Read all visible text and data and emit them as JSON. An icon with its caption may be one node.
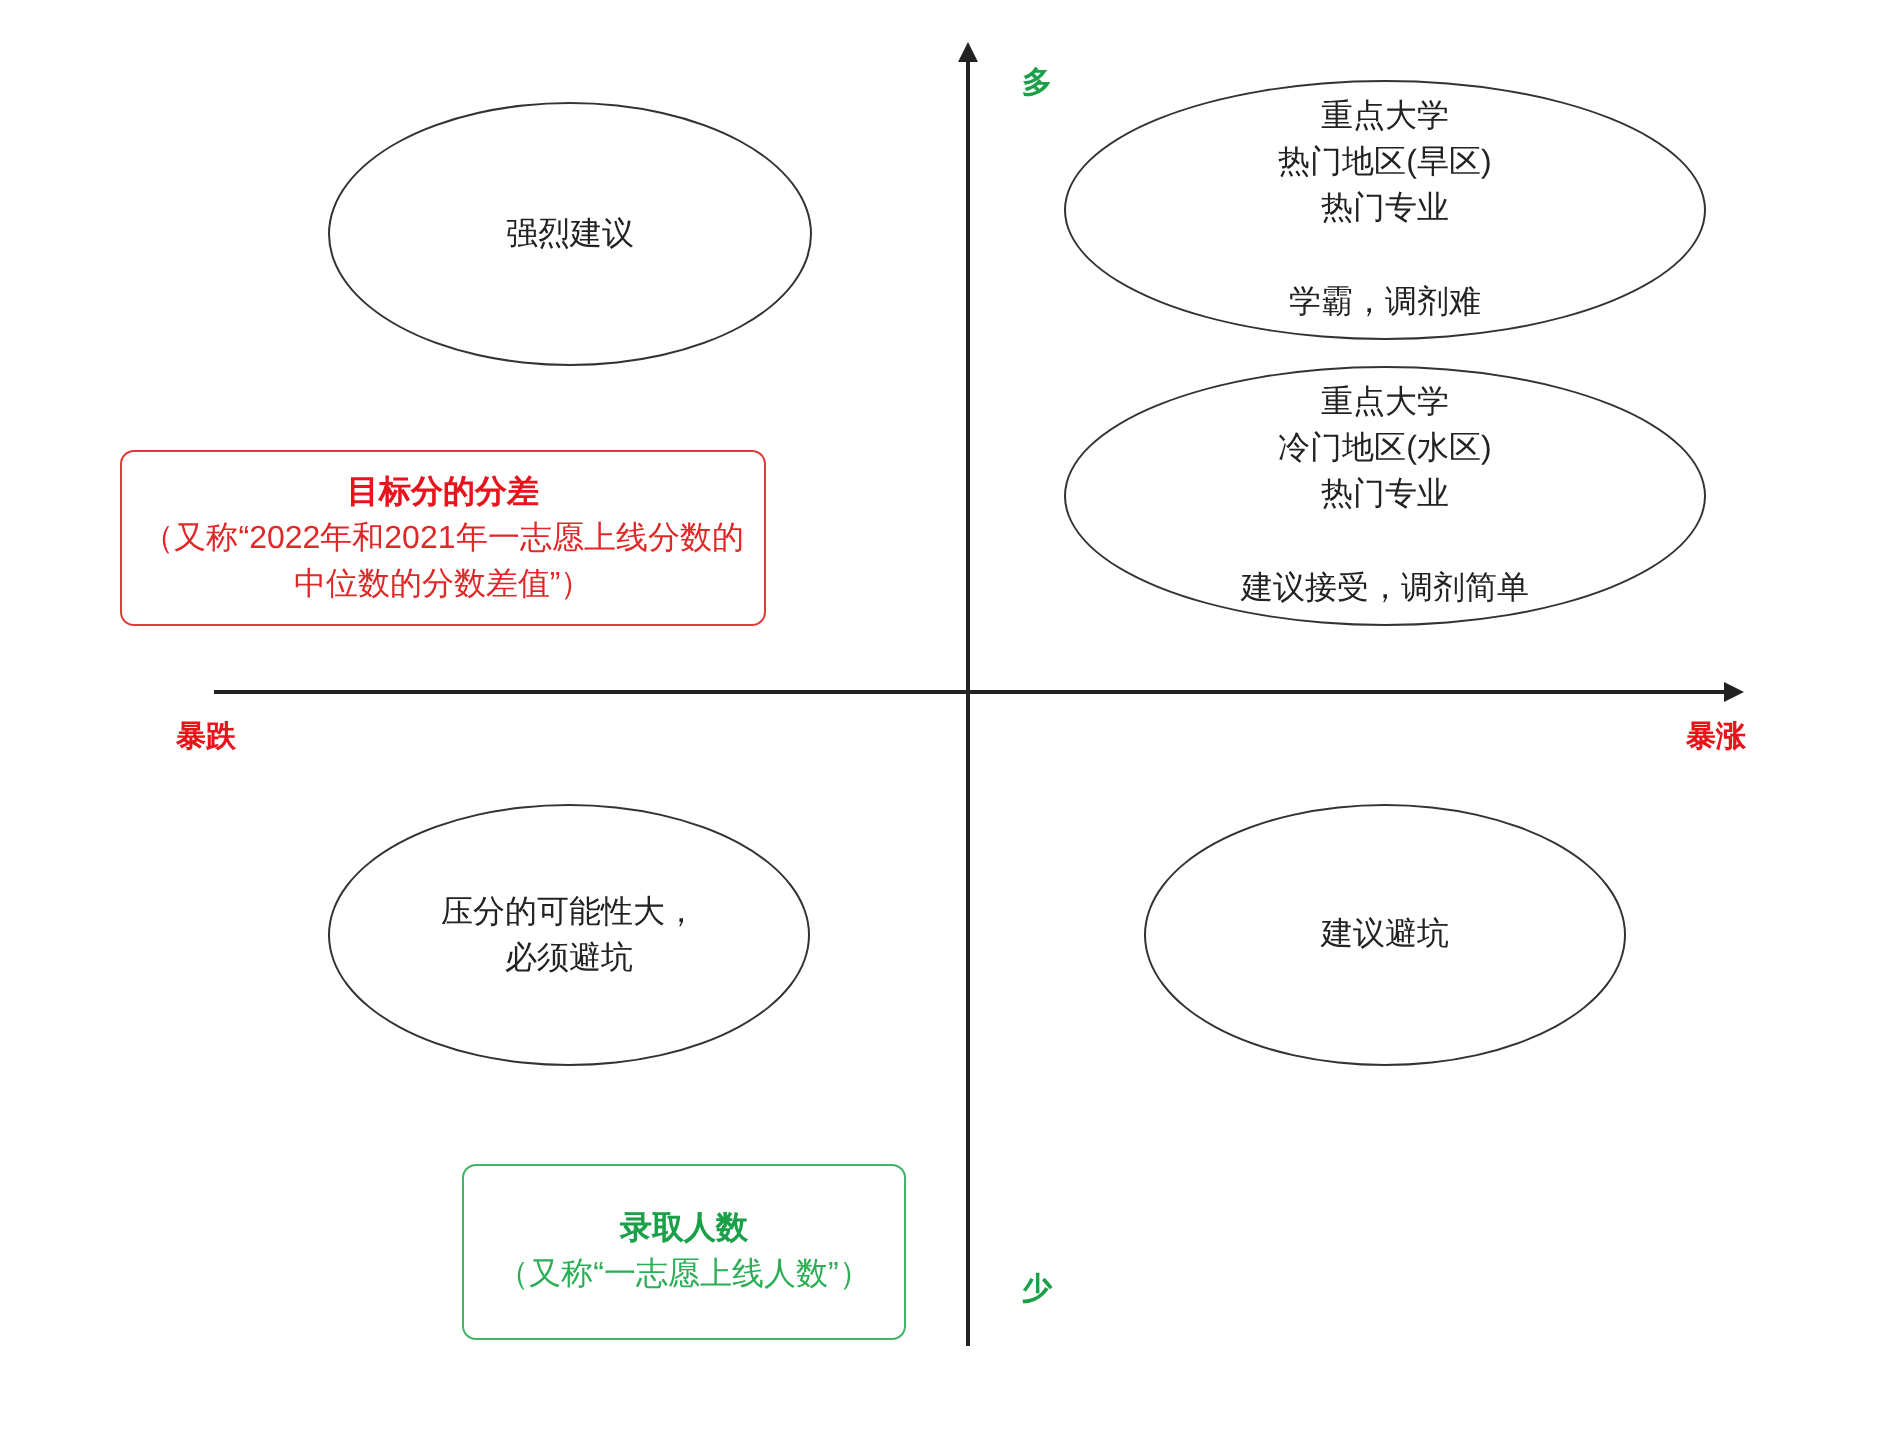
{
  "diagram": {
    "nodes": [
      {
        "text": [
          "强烈建议"
        ]
      },
      {
        "text": [
          "重点大学",
          "热门地区(旱区)",
          "热门专业",
          "学霸，调剂难"
        ]
      },
      {
        "text": [
          "目标分的分差",
          "（又称“2022年和2021年一志愿上线分数的中位数的分数差值”）"
        ]
      },
      {
        "text": [
          "重点大学",
          "冷门地区(水区)",
          "热门专业",
          "建议接受，调剂简单"
        ]
      },
      {
        "text": [
          "压分的可能性大，必须避坑"
        ]
      },
      {
        "text": [
          "建议避坑"
        ]
      },
      {
        "text": [
          "录取人数",
          "（又称“一志愿上线人数”）"
        ]
      }
    ],
    "labels": [
      "多",
      "暴跌",
      "暴涨",
      "少"
    ]
  }
}
